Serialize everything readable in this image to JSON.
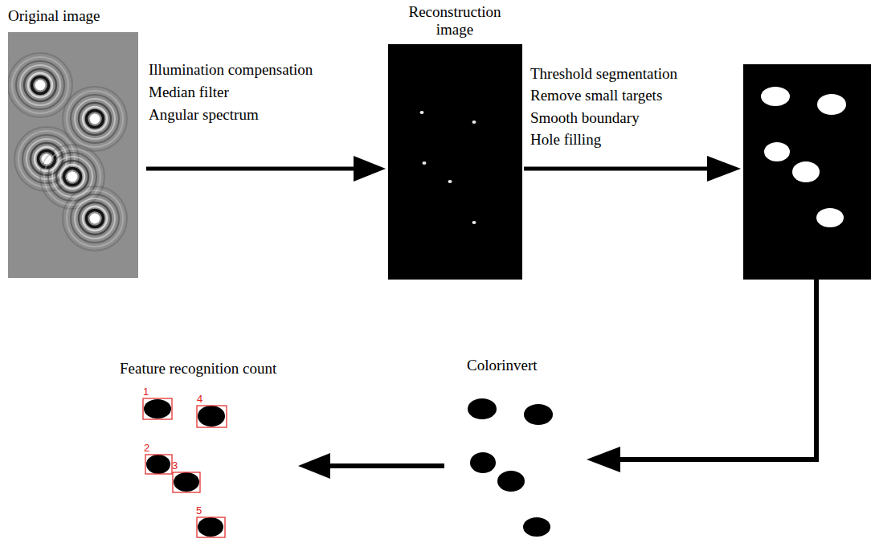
{
  "diagram": {
    "nodes": [
      {
        "text": [
          "Original image"
        ]
      },
      {
        "text": [
          "Reconstruction image"
        ]
      },
      {
        "text": [
          "Colorinvert"
        ]
      },
      {
        "text": [
          "Feature recognition count"
        ]
      }
    ],
    "edges": [
      {
        "from": 0,
        "to": 1,
        "arrow": "to"
      },
      {
        "from": 2,
        "to": 3,
        "arrow": "to"
      }
    ],
    "labels": [
      "Illumination compensation",
      "Median filter",
      "Angular spectrum",
      "Threshold segmentation",
      "Remove small targets",
      "Smooth boundary",
      "Hole filling",
      "1",
      "4",
      "2",
      "3",
      "5"
    ]
  }
}
